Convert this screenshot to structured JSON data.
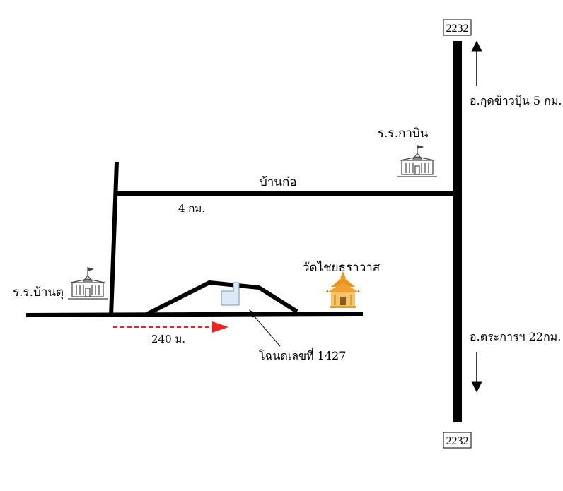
{
  "highway": {
    "number": "2232"
  },
  "labels": {
    "school_kabin": "ร.ร.กาบิน",
    "village": "บ้านก่อ",
    "distance_4km": "4 กม.",
    "school_bantu": "ร.ร.บ้านตุ",
    "temple": "วัดไชยธราวาส",
    "distance_240m": "240 ม.",
    "deed": "โฉนดเลขที่ 1427",
    "to_kut_khao_pun": "อ.กุดข้าวปุ้น 5 กม.",
    "to_trakan": "อ.ตระการฯ 22กม."
  },
  "colors": {
    "road": "#000000",
    "plot": "#dce9f7",
    "plot_border": "#6e94c2",
    "route_arrow": "#ee2222",
    "temple_roof": "#e8941f",
    "temple_body": "#f5c56a"
  },
  "icons": {
    "school": "school-building-icon",
    "temple": "thai-temple-icon"
  }
}
